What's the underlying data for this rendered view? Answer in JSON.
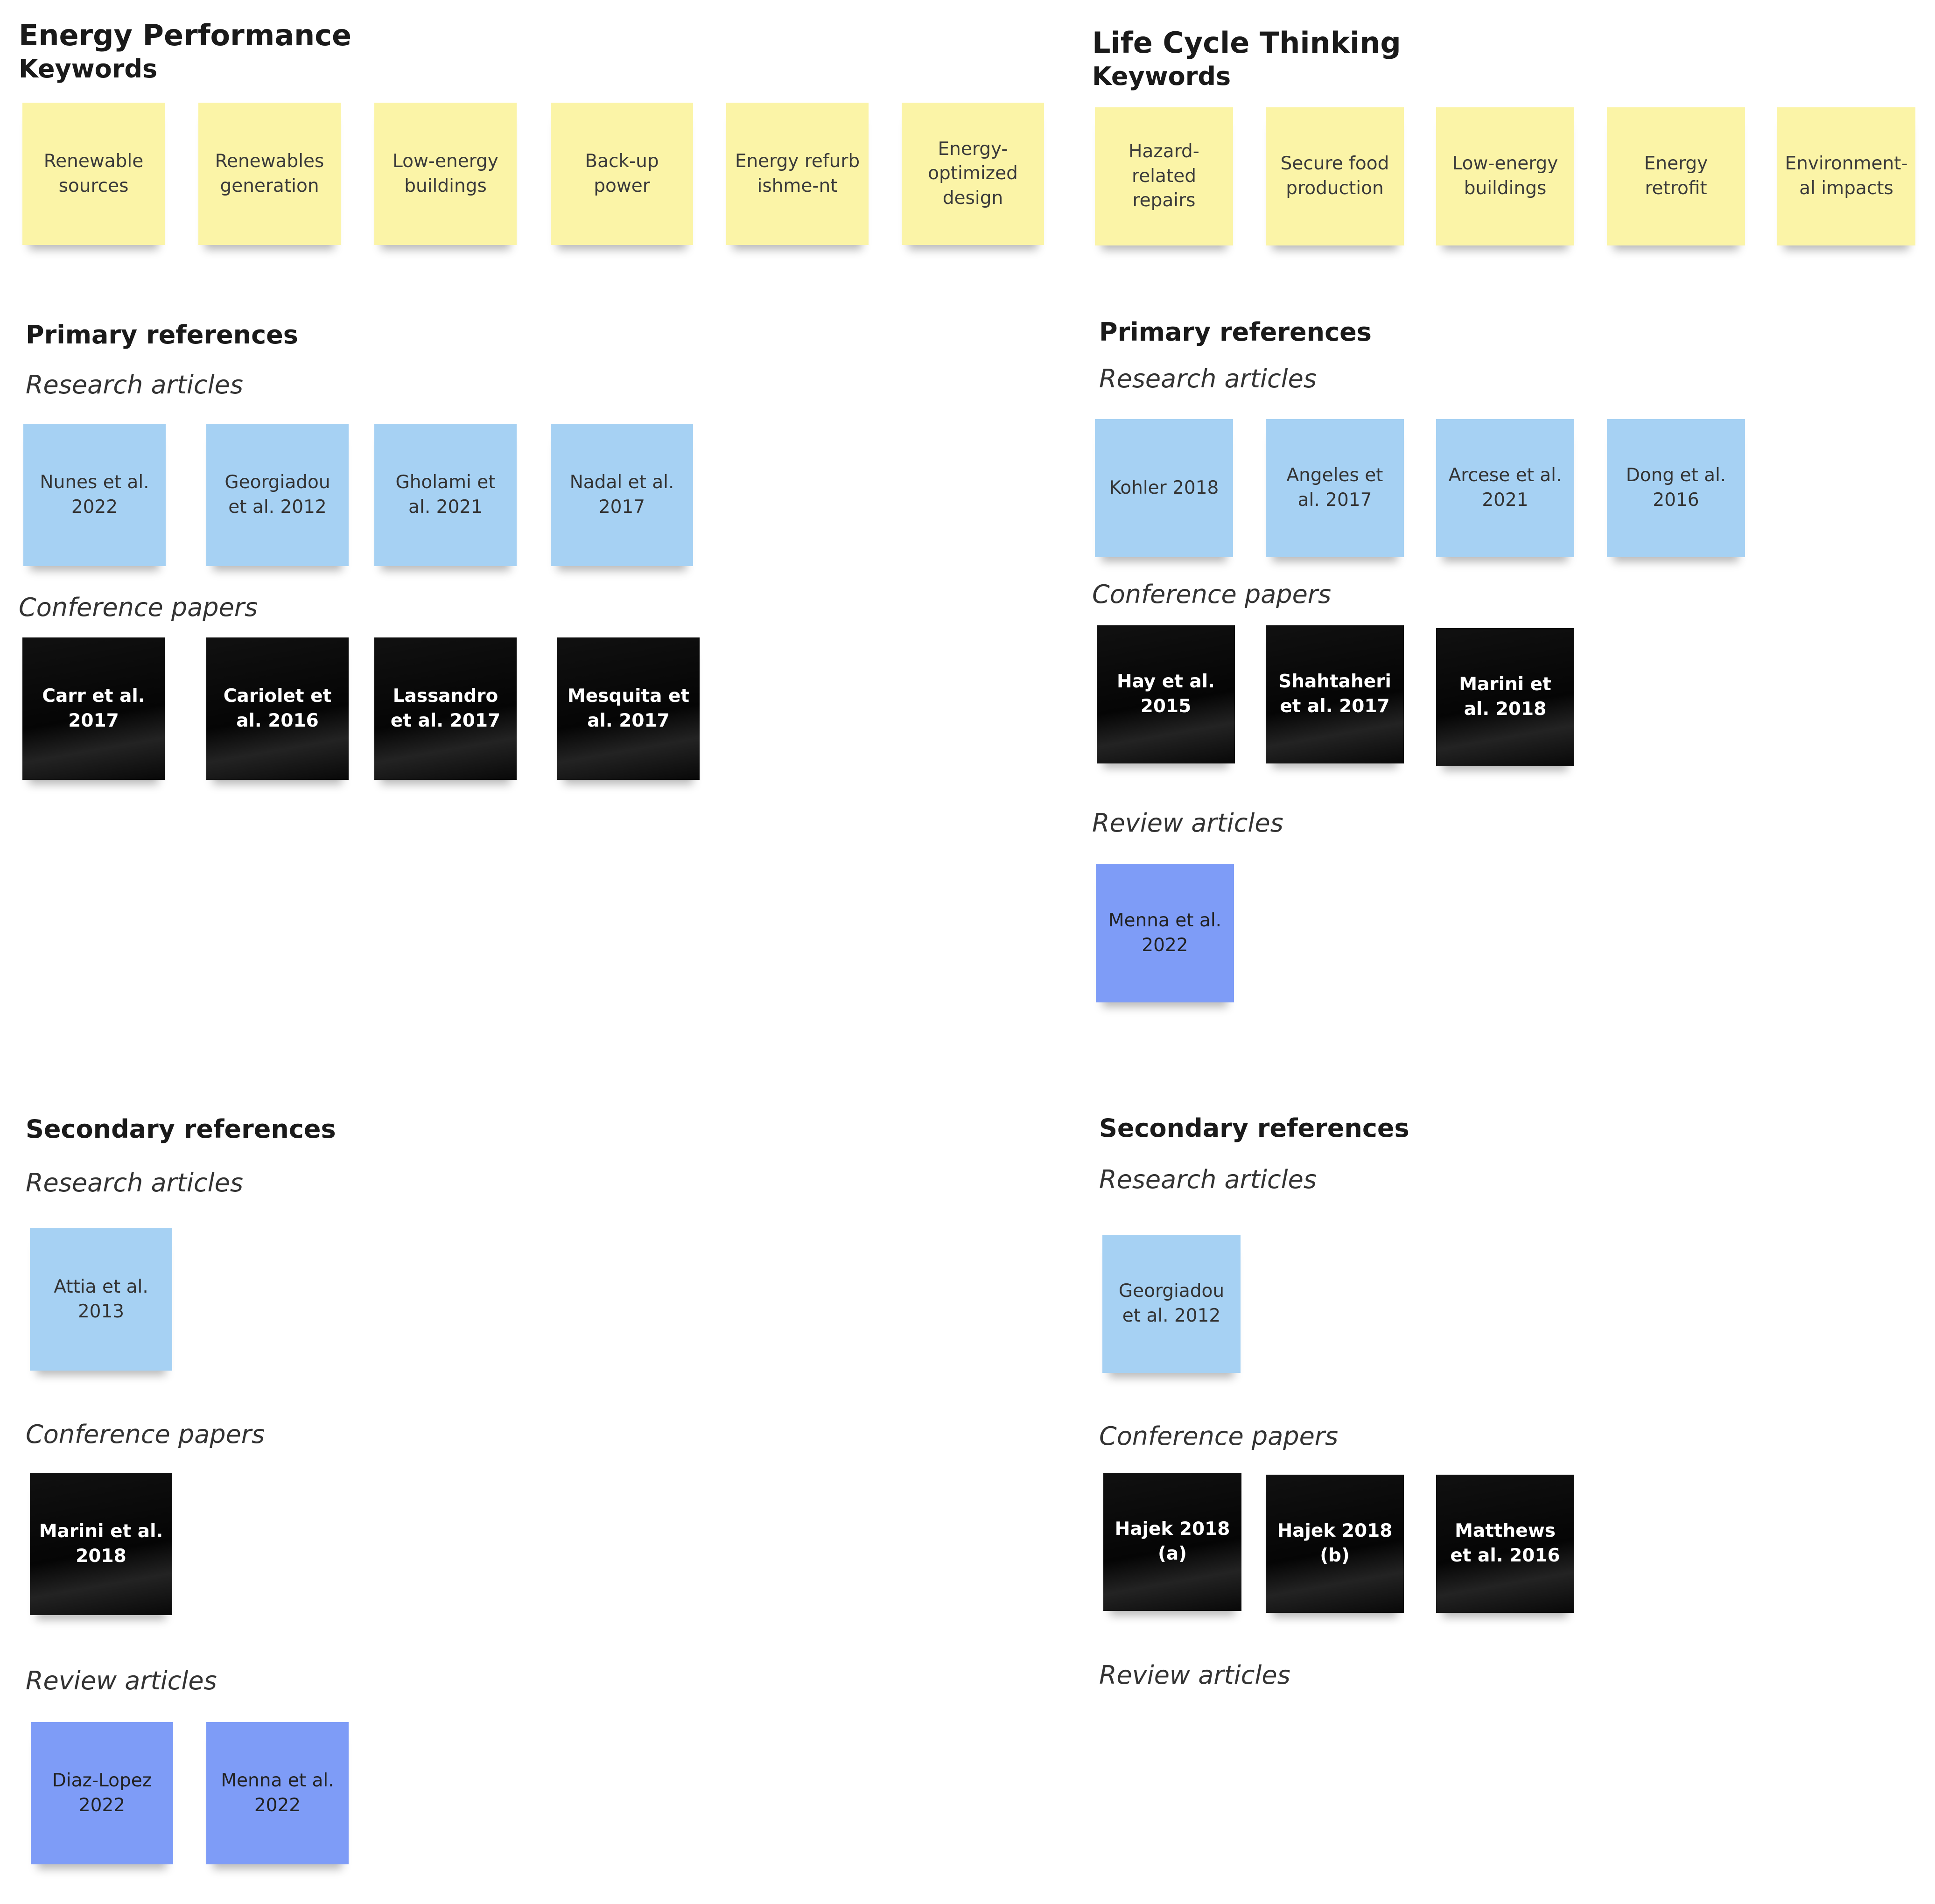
{
  "colors": {
    "keyword": "#fbf4a7",
    "research": "#a6d1f3",
    "conference": "#0a0a0a",
    "review": "#7e9cf7"
  },
  "energy": {
    "title": "Energy Performance",
    "keywords_label": "Keywords",
    "keywords": [
      "Renewable sources",
      "Renewables generation",
      "Low-energy buildings",
      "Back-up power",
      "Energy refurbishme-nt",
      "Energy-optimized design"
    ],
    "primary": {
      "label": "Primary references",
      "research_label": "Research articles",
      "research": [
        "Nunes et al. 2022",
        "Georgiadou et al. 2012",
        "Gholami et al. 2021",
        "Nadal et al. 2017"
      ],
      "conference_label": "Conference papers",
      "conference": [
        "Carr et al. 2017",
        "Cariolet et al. 2016",
        "Lassandro et al. 2017",
        "Mesquita et al. 2017"
      ]
    },
    "secondary": {
      "label": "Secondary references",
      "research_label": "Research articles",
      "research": [
        "Attia et al. 2013"
      ],
      "conference_label": "Conference papers",
      "conference": [
        "Marini et al. 2018"
      ],
      "review_label": "Review articles",
      "review": [
        "Diaz-Lopez 2022",
        "Menna et al. 2022"
      ]
    }
  },
  "lifecycle": {
    "title": "Life Cycle Thinking",
    "keywords_label": "Keywords",
    "keywords": [
      "Hazard-related repairs",
      "Secure food production",
      "Low-energy buildings",
      "Energy retrofit",
      "Environment-al impacts"
    ],
    "primary": {
      "label": "Primary references",
      "research_label": "Research articles",
      "research": [
        "Kohler 2018",
        "Angeles et al. 2017",
        "Arcese et al. 2021",
        "Dong et al. 2016"
      ],
      "conference_label": "Conference papers",
      "conference": [
        "Hay et al. 2015",
        "Shahtaheri et al. 2017",
        "Marini et al. 2018"
      ],
      "review_label": "Review articles",
      "review": [
        "Menna et al. 2022"
      ]
    },
    "secondary": {
      "label": "Secondary references",
      "research_label": "Research articles",
      "research": [
        "Georgiadou et al. 2012"
      ],
      "conference_label": "Conference papers",
      "conference": [
        "Hajek 2018 (a)",
        "Hajek 2018 (b)",
        "Matthews et al. 2016"
      ],
      "review_label": "Review articles"
    }
  }
}
